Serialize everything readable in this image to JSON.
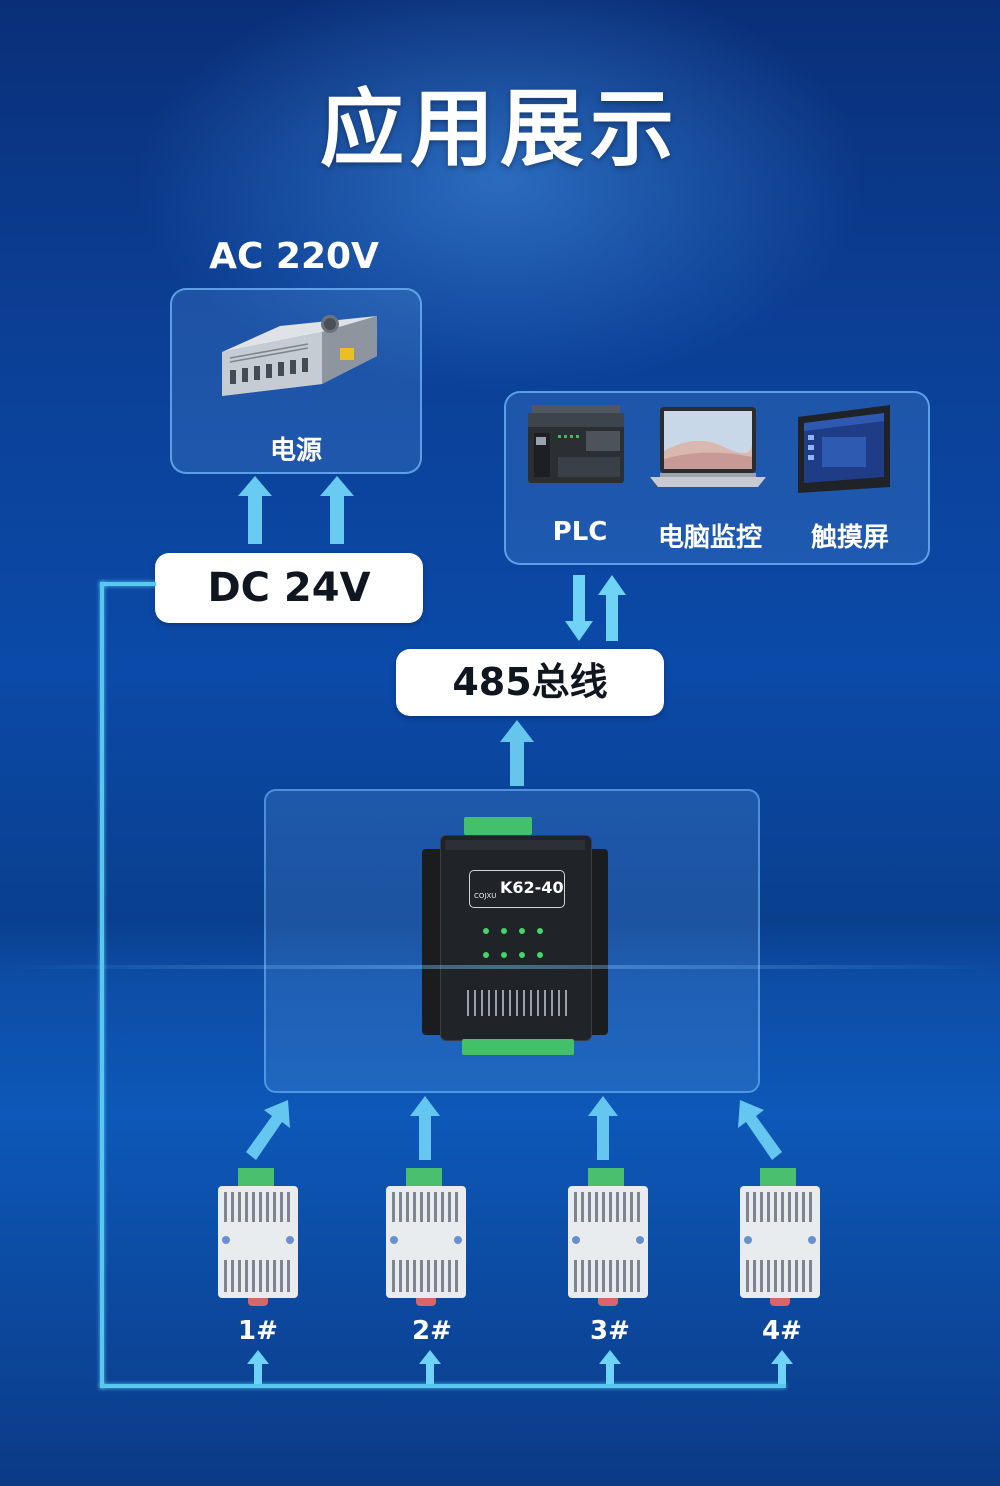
{
  "page": {
    "title": "应用展示"
  },
  "power": {
    "input_label": "AC 220V",
    "device_label": "电源",
    "output_label": "DC 24V"
  },
  "host": {
    "devices": [
      {
        "label": "PLC"
      },
      {
        "label": "电脑监控"
      },
      {
        "label": "触摸屏"
      }
    ]
  },
  "bus": {
    "label": "485总线"
  },
  "module": {
    "model": "K62-40",
    "brand": "COJXU"
  },
  "sensors": [
    {
      "label": "1#"
    },
    {
      "label": "2#"
    },
    {
      "label": "3#"
    },
    {
      "label": "4#"
    }
  ],
  "colors": {
    "arrow": "#6fd3f5",
    "wire": "#58c8ee",
    "panel_border": "#78beff",
    "background": "#0b4aa8"
  }
}
